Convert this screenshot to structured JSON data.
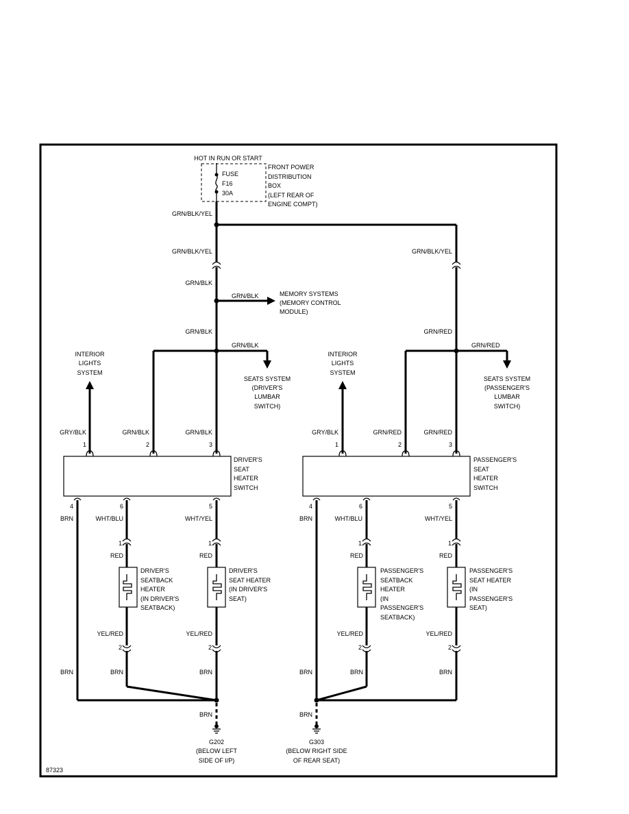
{
  "source": {
    "top_label": "HOT IN RUN OR START",
    "fuse_label": "FUSE",
    "fuse_id": "F16",
    "fuse_rating": "30A",
    "pdb_lines": [
      "FRONT POWER",
      "DISTRIBUTION",
      "BOX",
      "(LEFT REAR OF",
      "ENGINE COMPT)"
    ]
  },
  "wires": {
    "grn_blk_yel": "GRN/BLK/YEL",
    "grn_blk": "GRN/BLK",
    "grn_red": "GRN/RED",
    "gry_blk": "GRY/BLK",
    "brn": "BRN",
    "wht_blu": "WHT/BLU",
    "wht_yel": "WHT/YEL",
    "red": "RED",
    "yel_red": "YEL/RED"
  },
  "memory": {
    "lines": [
      "MEMORY SYSTEMS",
      "(MEMORY CONTROL",
      "MODULE)"
    ]
  },
  "interior": {
    "lines": [
      "INTERIOR",
      "LIGHTS",
      "SYSTEM"
    ]
  },
  "seats_driver": {
    "lines": [
      "SEATS SYSTEM",
      "(DRIVER'S",
      "LUMBAR",
      "SWITCH)"
    ]
  },
  "seats_passenger": {
    "lines": [
      "SEATS SYSTEM",
      "(PASSENGER'S",
      "LUMBAR",
      "SWITCH)"
    ]
  },
  "driver_switch": {
    "lines": [
      "DRIVER'S",
      "SEAT",
      "HEATER",
      "SWITCH"
    ]
  },
  "passenger_switch": {
    "lines": [
      "PASSENGER'S",
      "SEAT",
      "HEATER",
      "SWITCH"
    ]
  },
  "pins": {
    "p1": "1",
    "p2": "2",
    "p3": "3",
    "p4": "4",
    "p5": "5",
    "p6": "6"
  },
  "heaters": {
    "driver_back": [
      "DRIVER'S",
      "SEATBACK",
      "HEATER",
      "(IN DRIVER'S",
      "SEATBACK)"
    ],
    "driver_seat": [
      "DRIVER'S",
      "SEAT HEATER",
      "(IN DRIVER'S",
      "SEAT)"
    ],
    "pass_back": [
      "PASSENGER'S",
      "SEATBACK",
      "HEATER",
      "(IN",
      "PASSENGER'S",
      "SEATBACK)"
    ],
    "pass_seat": [
      "PASSENGER'S",
      "SEAT HEATER",
      "(IN",
      "PASSENGER'S",
      "SEAT)"
    ]
  },
  "grounds": {
    "g202": [
      "G202",
      "(BELOW LEFT",
      "SIDE OF I/P)"
    ],
    "g303": [
      "G303",
      "(BELOW RIGHT SIDE",
      "OF REAR SEAT)"
    ]
  },
  "figure_id": "87323"
}
